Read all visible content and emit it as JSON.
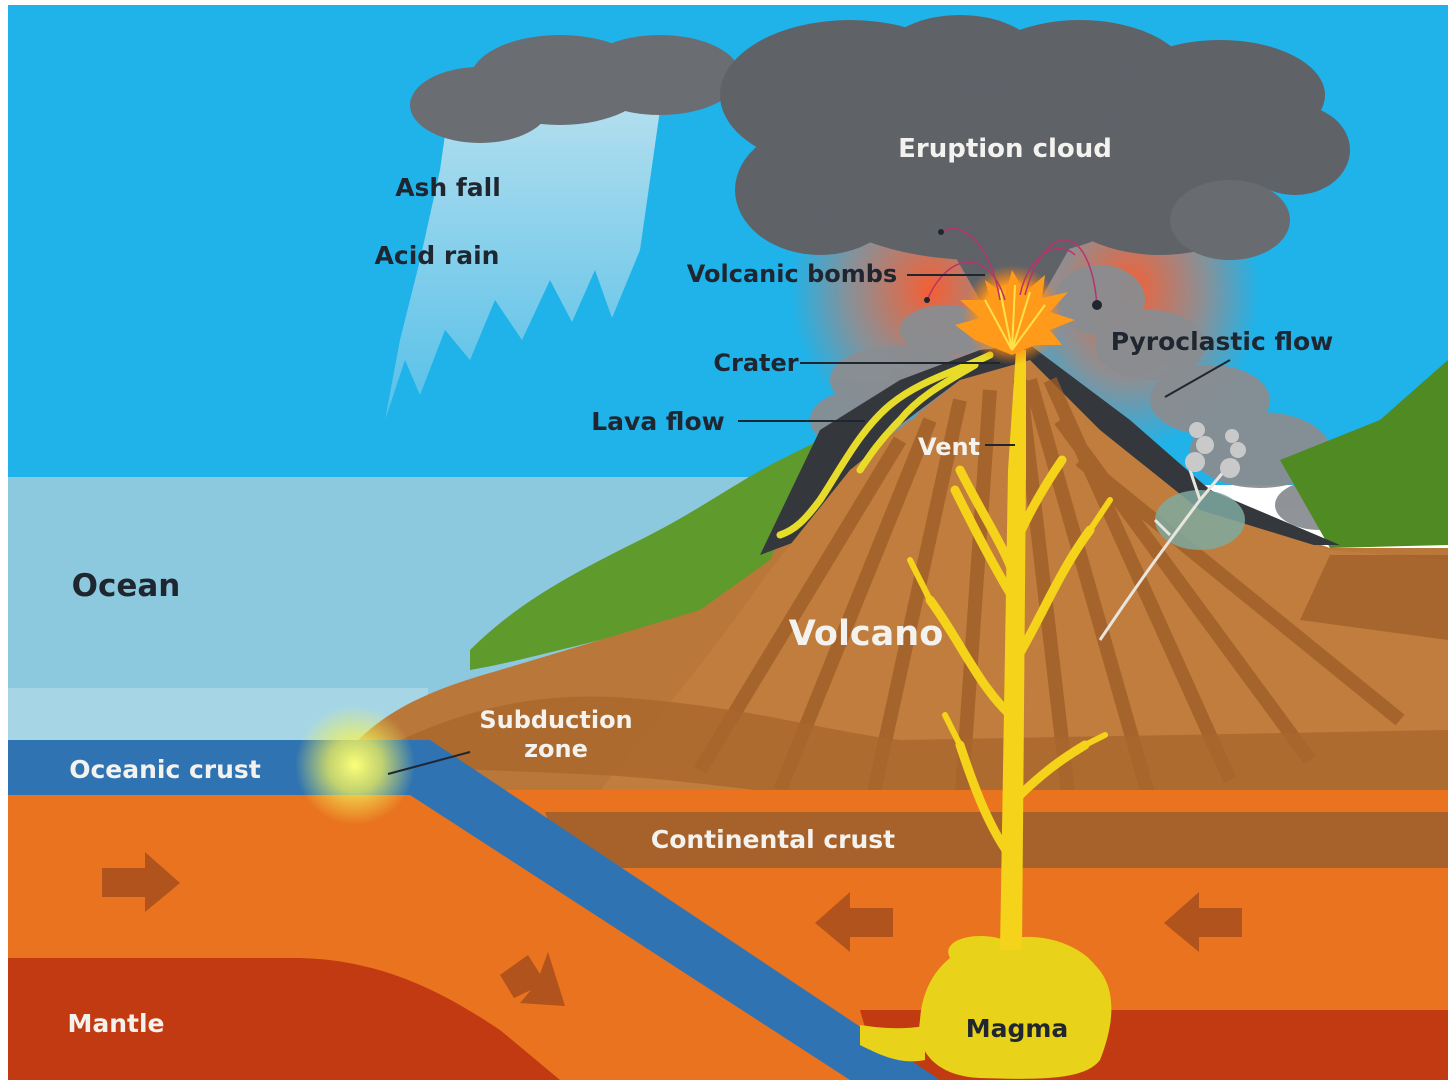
{
  "labels": {
    "eruption_cloud": "Eruption cloud",
    "ash_fall": "Ash fall",
    "acid_rain": "Acid rain",
    "volcanic_bombs": "Volcanic bombs",
    "pyroclastic_flow": "Pyroclastic flow",
    "crater": "Crater",
    "lava_flow": "Lava flow",
    "vent": "Vent",
    "ocean": "Ocean",
    "volcano": "Volcano",
    "subduction_zone_line1": "Subduction",
    "subduction_zone_line2": "zone",
    "oceanic_crust": "Oceanic crust",
    "continental_crust": "Continental crust",
    "mantle": "Mantle",
    "magma": "Magma"
  },
  "colors": {
    "sky": "#1fb3ea",
    "ocean": "#8cc9de",
    "oceanic_crust": "#2f73b2",
    "mantle_orange": "#e9731f",
    "mantle_deep": "#c23a12",
    "volcano_brown": "#b9773a",
    "eruption_cloud": "#5f6368",
    "magma_yellow": "#f4d31a",
    "vegetation": "#5e9a2c"
  }
}
